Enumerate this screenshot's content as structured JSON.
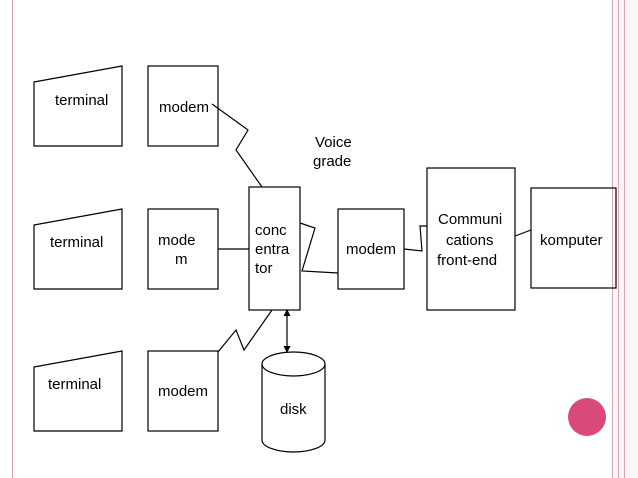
{
  "colors": {
    "frame_line": "#d9a6b3",
    "accent_dot": "#d94a78",
    "shape_stroke": "#000000"
  },
  "rows": [
    {
      "terminal": "terminal",
      "modem": [
        "modem"
      ]
    },
    {
      "terminal": "terminal",
      "modem": [
        "mode",
        "m"
      ]
    },
    {
      "terminal": "terminal",
      "modem": [
        "modem"
      ]
    }
  ],
  "concentrator": [
    "conc",
    "entra",
    "tor"
  ],
  "voice_grade": [
    "Voice",
    "grade"
  ],
  "line_modem": "modem",
  "front_end": [
    "Communi",
    "cations",
    "front-end"
  ],
  "computer": "komputer",
  "disk": "disk"
}
